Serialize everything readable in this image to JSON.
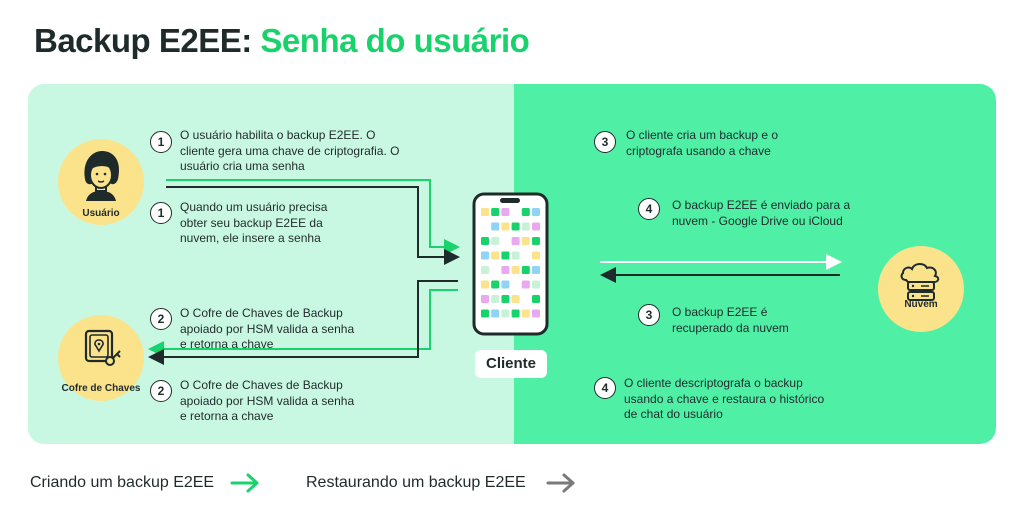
{
  "title": {
    "part1": "Backup E2EE:",
    "part2": "Senha do usuário"
  },
  "actors": {
    "user": {
      "label": "Usuário",
      "icon": "user-icon"
    },
    "vault": {
      "label": "Cofre de Chaves",
      "icon": "key-vault-icon"
    },
    "cloud": {
      "label": "Nuvem",
      "icon": "cloud-server-icon"
    },
    "client": {
      "label": "Cliente",
      "icon": "phone-icon"
    }
  },
  "left_steps": [
    {
      "num": "1",
      "text": "O usuário habilita o backup E2EE. O cliente gera uma chave de criptografia. O usuário cria uma senha"
    },
    {
      "num": "1",
      "text": "Quando um usuário precisa obter seu backup E2EE da nuvem, ele insere a senha"
    },
    {
      "num": "2",
      "text": "O Cofre de Chaves de Backup apoiado por HSM valida a senha e retorna a chave"
    },
    {
      "num": "2",
      "text": "O Cofre de Chaves de Backup apoiado por HSM valida a senha e retorna a chave"
    }
  ],
  "right_steps": [
    {
      "num": "3",
      "text": "O cliente cria um backup e o criptografa usando a chave"
    },
    {
      "num": "4",
      "text": "O backup E2EE é enviado para a nuvem - Google Drive ou iCloud"
    },
    {
      "num": "3",
      "text": "O backup E2EE é recuperado da nuvem"
    },
    {
      "num": "4",
      "text": "O cliente descriptografa o backup usando a chave e restaura o histórico de chat do usuário"
    }
  ],
  "legend": {
    "create": {
      "label": "Criando um backup E2EE",
      "color": "#18d26b"
    },
    "restore": {
      "label": "Restaurando um backup E2EE",
      "color": "#7a7a7a"
    }
  },
  "colors": {
    "create_arrow": "#18d26b",
    "restore_arrow": "#1f2a2b",
    "left_panel": "#c9f8e2",
    "right_panel": "#4ff0a6",
    "actor_circle": "#fbe38b"
  }
}
